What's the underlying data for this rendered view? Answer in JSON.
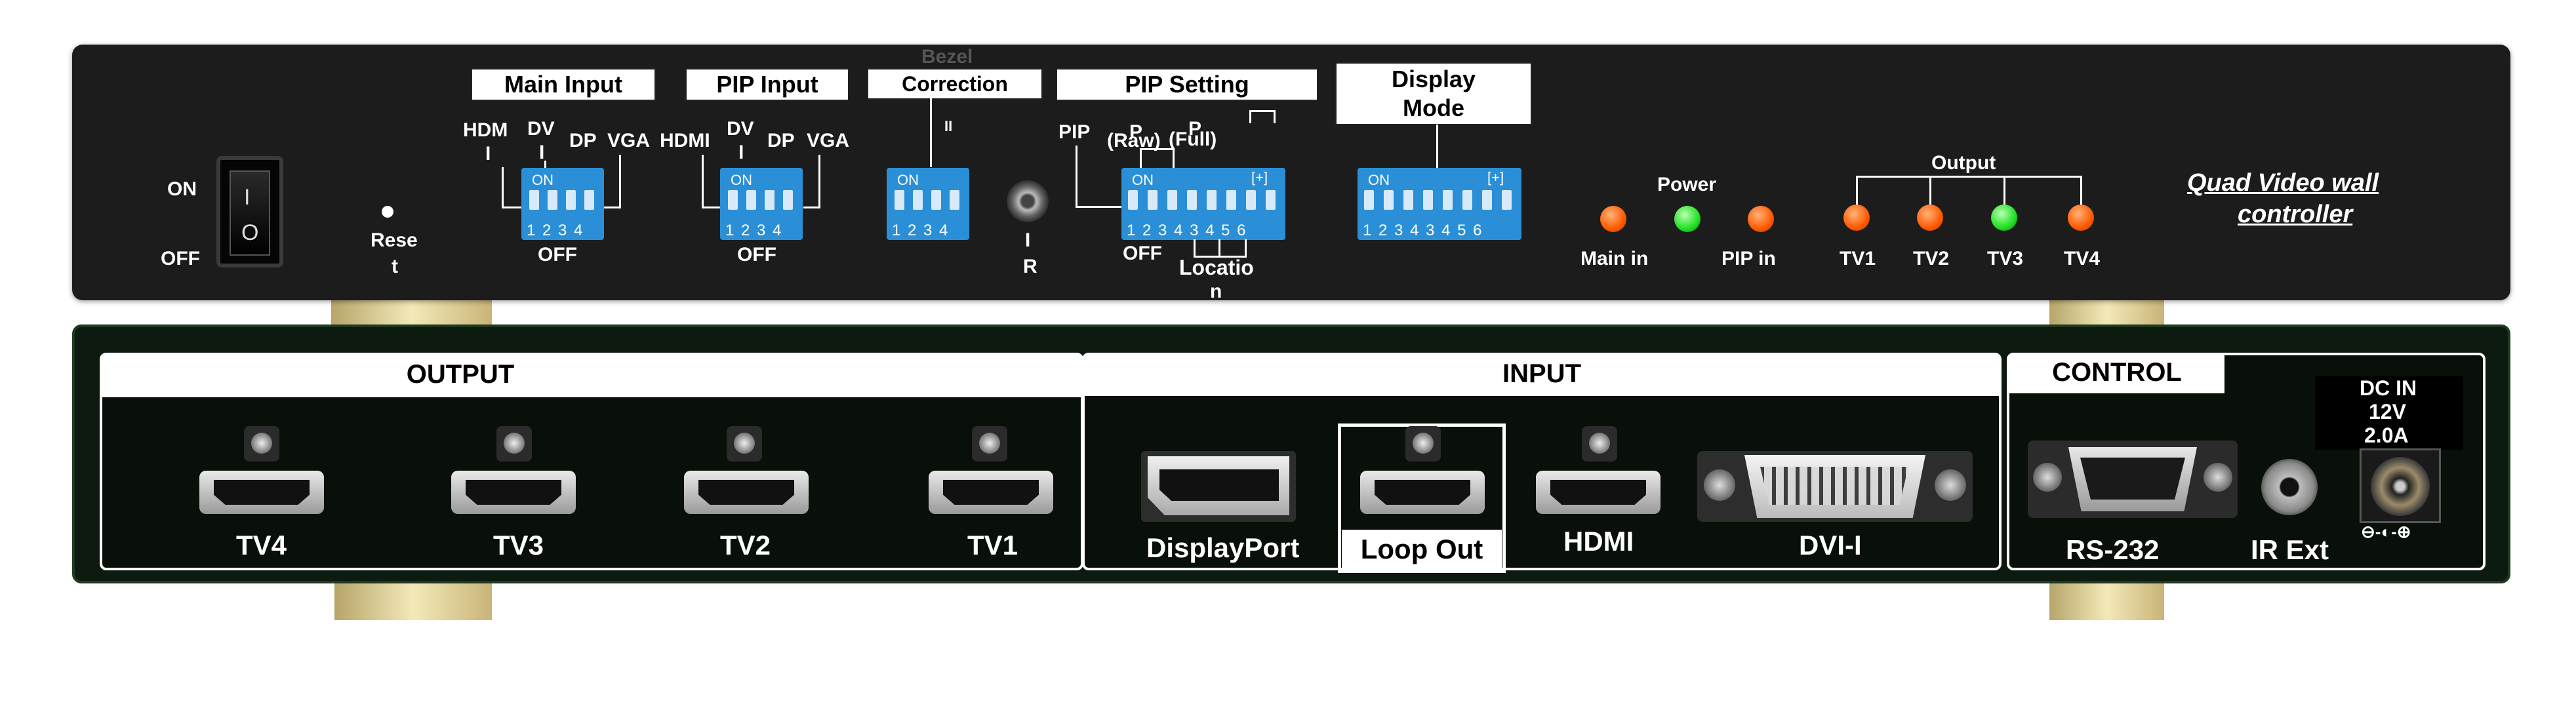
{
  "front": {
    "switch": {
      "on": "ON",
      "off": "OFF",
      "on_symbol": "I",
      "off_symbol": "O"
    },
    "reset": {
      "line1": "Rese",
      "line2": "t"
    },
    "main_input": {
      "title": "Main Input",
      "labels": [
        "HDM",
        "I",
        "DV",
        "I",
        "DP",
        "VGA"
      ],
      "dip_on": "ON",
      "dip_nums": "1 2 3 4",
      "off": "OFF"
    },
    "pip_input": {
      "title": "PIP Input",
      "labels": [
        "HDMI",
        "DV",
        "I",
        "DP",
        "VGA"
      ],
      "dip_on": "ON",
      "dip_nums": "1 2 3 4",
      "off": "OFF"
    },
    "bezel": {
      "title_top": "Bezel",
      "title": "Correction",
      "tick": "II",
      "dip_on": "ON",
      "dip_nums": "1 2 3 4"
    },
    "ir": {
      "line1": "I",
      "line2": "R"
    },
    "pip_setting": {
      "title": "PIP Setting",
      "labels": [
        "PIP",
        "P",
        "(Raw)",
        "P",
        "(Full)"
      ],
      "dip_on": "ON",
      "dip_nums": "1 2 3 4 3 4 5 6",
      "bracket": "[+]",
      "off": "OFF",
      "location1": "Locatio",
      "location2": "n"
    },
    "display_mode": {
      "title1": "Display",
      "title2": "Mode",
      "dip_on": "ON",
      "dip_nums": "1 2 3 4 3 4 5 6",
      "bracket": "[+]"
    },
    "leds": {
      "main_in": "Main in",
      "power": "Power",
      "pip_in": "PIP in",
      "output": "Output",
      "tv1": "TV1",
      "tv2": "TV2",
      "tv3": "TV3",
      "tv4": "TV4"
    },
    "brand1": "Quad Video wall",
    "brand2": "controller"
  },
  "rear": {
    "output": {
      "title": "OUTPUT",
      "ports": [
        "TV4",
        "TV3",
        "TV2",
        "TV1"
      ]
    },
    "input": {
      "title": "INPUT",
      "ports": [
        "DisplayPort",
        "Loop Out",
        "HDMI",
        "DVI-I"
      ]
    },
    "control": {
      "title": "CONTROL",
      "rs232": "RS-232",
      "ir_ext": "IR Ext",
      "dc1": "DC IN",
      "dc2": "12V",
      "dc3": "2.0A",
      "polarity": "⊖-◐-⊕"
    }
  },
  "colors": {
    "led_orange": "#ff5a00",
    "led_green": "#21e021",
    "dip_blue": "#2a8fd6"
  }
}
